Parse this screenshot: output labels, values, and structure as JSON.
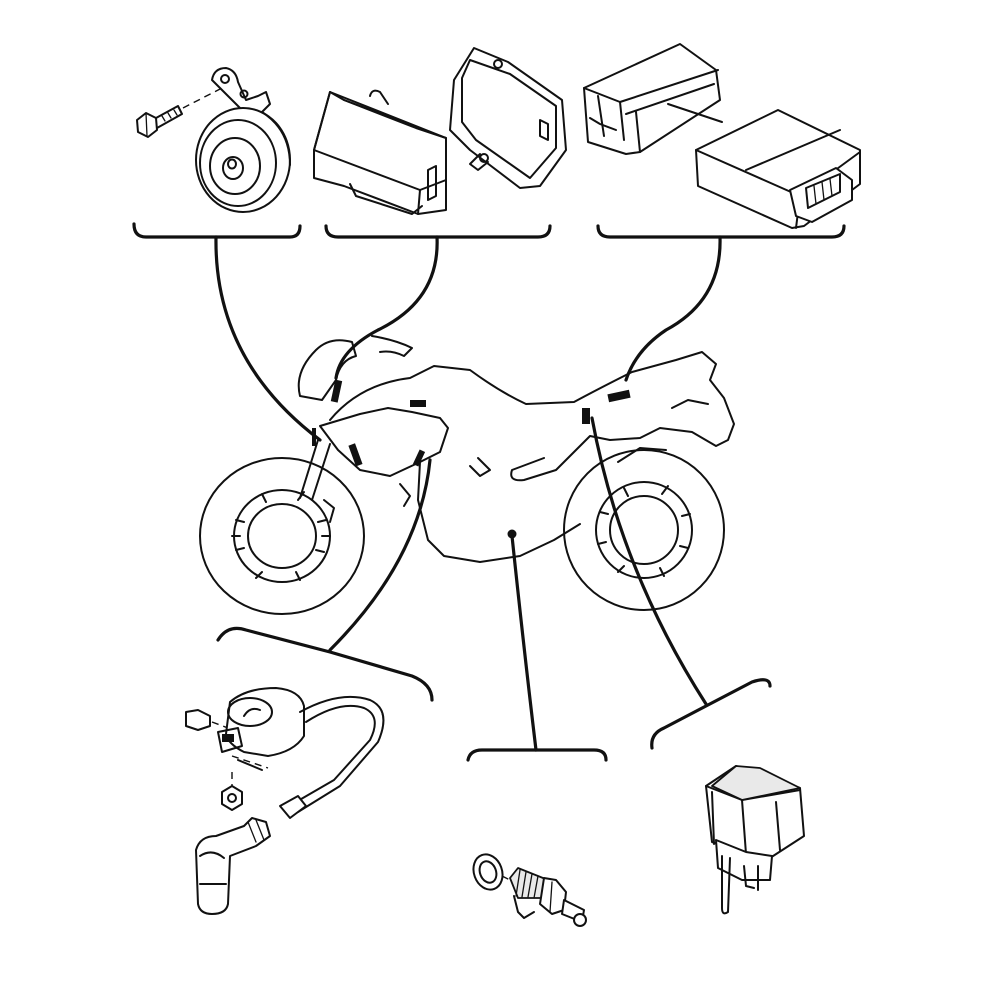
{
  "components": [
    {
      "id": "horn",
      "icon": "horn-icon"
    },
    {
      "id": "rectifier-regulator",
      "icon": "rectifier-regulator-icon"
    },
    {
      "id": "ecu",
      "icon": "ecu-icon"
    },
    {
      "id": "ignition-coil",
      "icon": "ignition-coil-icon"
    },
    {
      "id": "neutral-switch",
      "icon": "neutral-switch-icon"
    },
    {
      "id": "relay",
      "icon": "relay-icon"
    }
  ],
  "colors": {
    "line": "#111111",
    "background": "#ffffff",
    "shade": "#e9e9e9"
  }
}
